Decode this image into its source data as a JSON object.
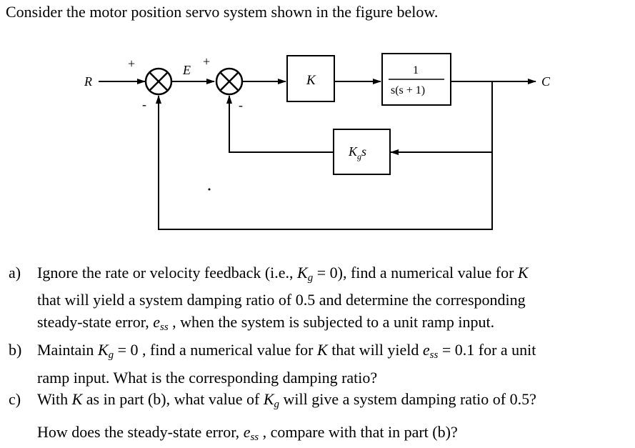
{
  "intro": "Consider the motor position servo system shown in the figure below.",
  "diagram": {
    "input_label": "R",
    "output_label": "C",
    "error_label": "E",
    "sum1_plus": "+",
    "sum1_minus": "-",
    "sum2_plus": "+",
    "sum2_minus": "-",
    "gain_block": "K",
    "plant_num": "1",
    "plant_den": "s(s + 1)",
    "feedback_K": "K",
    "feedback_g": "g",
    "feedback_s": "s"
  },
  "questions": {
    "a": {
      "marker": "a)",
      "l1_pre": "Ignore the rate or velocity feedback (i.e., ",
      "l1_K": "K",
      "l1_g": "g",
      "l1_post": " = 0), find a numerical value for ",
      "l1_K2": "K",
      "l2": "that will yield a system damping ratio of 0.5 and determine the corresponding",
      "l3_pre": "steady-state error, ",
      "l3_e": "e",
      "l3_ss": "ss",
      "l3_post": " , when the system is subjected to a unit ramp input."
    },
    "b": {
      "marker": "b)",
      "l1_pre": "Maintain ",
      "l1_K": "K",
      "l1_g": "g",
      "l1_mid": " = 0 , find a numerical value for ",
      "l1_K2": "K",
      "l1_mid2": " that will yield ",
      "l1_e": "e",
      "l1_ss": "ss",
      "l1_post": " = 0.1  for a unit",
      "l2": "ramp input. What is the corresponding damping ratio?"
    },
    "c": {
      "marker": "c)",
      "l1_pre": "With ",
      "l1_K": "K",
      "l1_mid": " as in part (b), what value of ",
      "l1_K2": "K",
      "l1_g": "g",
      "l1_post": " will give a system damping ratio of 0.5?",
      "l2_pre": "How does the steady-state error, ",
      "l2_e": "e",
      "l2_ss": "ss",
      "l2_post": " , compare with that in part (b)?"
    }
  }
}
